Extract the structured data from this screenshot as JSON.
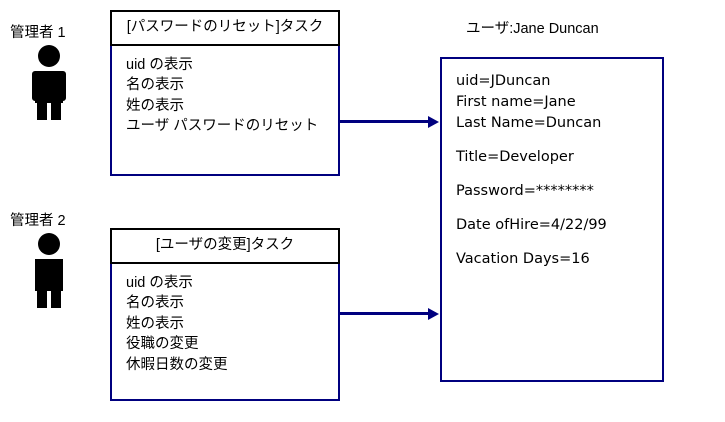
{
  "diagram": {
    "actors": [
      {
        "id": "admin-1",
        "label": "管理者 1",
        "icon": "person-icon"
      },
      {
        "id": "admin-2",
        "label": "管理者 2",
        "icon": "person-icon"
      }
    ],
    "tasks": [
      {
        "id": "password-reset-task",
        "title": "[パスワードのリセット]タスク",
        "lines": [
          "uid の表示",
          "名の表示",
          "姓の表示",
          "ユーザ パスワードのリセット"
        ]
      },
      {
        "id": "modify-user-task",
        "title": "[ユーザの変更]タスク",
        "lines": [
          "uid の表示",
          "名の表示",
          "姓の表示",
          "役職の変更",
          "休暇日数の変更"
        ]
      }
    ],
    "entity": {
      "id": "user-jane-duncan",
      "title": "ユーザ:Jane Duncan",
      "groups": [
        [
          "uid=JDuncan",
          "First name=Jane",
          "Last Name=Duncan"
        ],
        [
          "Title=Developer"
        ],
        [
          "Password=********"
        ],
        [
          "Date ofHire=4/22/99"
        ],
        [
          "Vacation Days=16"
        ]
      ]
    },
    "connectors": [
      {
        "id": "arrow-task1-to-user",
        "from": "password-reset-task",
        "to": "user-jane-duncan"
      },
      {
        "id": "arrow-task2-to-user",
        "from": "modify-user-task",
        "to": "user-jane-duncan"
      }
    ],
    "colors": {
      "box_border_blue": "#00007f",
      "title_border_black": "#000000",
      "arrow": "#00007f",
      "text": "#000000",
      "background": "#ffffff"
    }
  }
}
